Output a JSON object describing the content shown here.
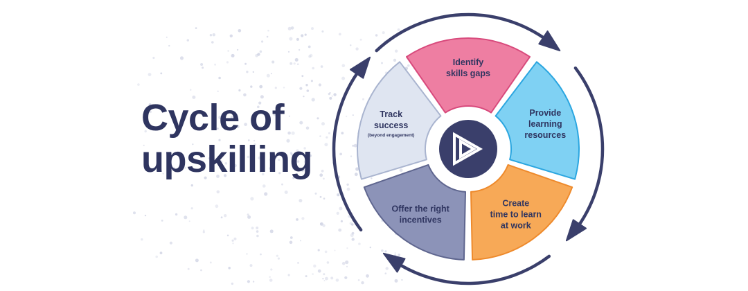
{
  "title": {
    "line1": "Cycle of",
    "line2": "upskilling"
  },
  "center": {
    "icon": "play-logo-icon",
    "color": "#3a3f6b"
  },
  "segments": [
    {
      "lines": [
        "Identify",
        "skills gaps"
      ],
      "note": "",
      "color": "#ee7ea2",
      "stroke": "#d84a7c"
    },
    {
      "lines": [
        "Provide",
        "learning",
        "resources"
      ],
      "note": "",
      "color": "#7fd1f3",
      "stroke": "#2ba6e0"
    },
    {
      "lines": [
        "Create",
        "time to learn",
        "at work"
      ],
      "note": "",
      "color": "#f7a957",
      "stroke": "#ee8a2c"
    },
    {
      "lines": [
        "Offer the right",
        "incentives"
      ],
      "note": "",
      "color": "#8c93b8",
      "stroke": "#5f668f"
    },
    {
      "lines": [
        "Track",
        "success"
      ],
      "note": "(beyond engagement)",
      "color": "#dfe5f1",
      "stroke": "#a9b4cf"
    }
  ],
  "ring": {
    "color": "#3a3f6b",
    "arrow_icon": "cycle-arrow-icon"
  },
  "colors": {
    "text": "#2f3560",
    "dots": "#c9cde0"
  }
}
